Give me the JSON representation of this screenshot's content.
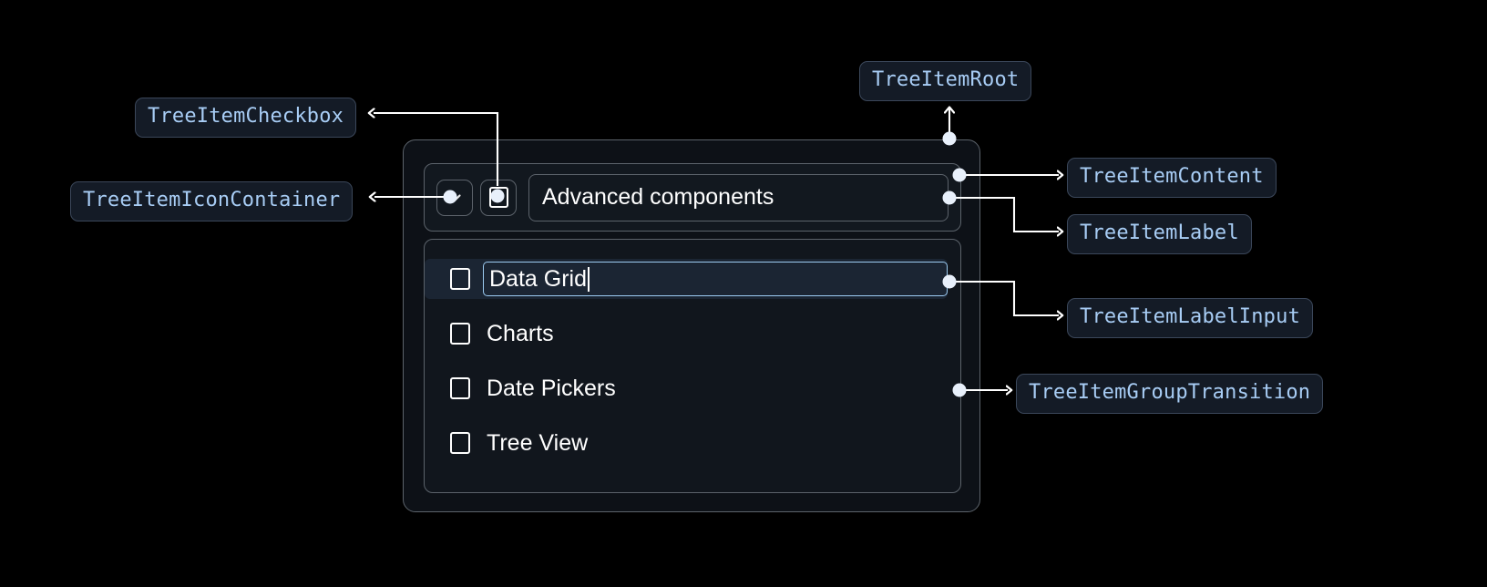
{
  "theme": {
    "page_background": "#000000",
    "chip_background": "#141b26",
    "chip_border": "#3b475a",
    "chip_text": "#a8cdf5",
    "tree_root_background": "#0d1117",
    "tree_border": "#5c636b",
    "selected_row_background": "#1b2533",
    "input_focus_border": "#9ccbf2",
    "connector_color": "#ffffff",
    "text_color": "#ffffff"
  },
  "annotations": [
    {
      "id": "tree-item-checkbox",
      "label": "TreeItemCheckbox"
    },
    {
      "id": "tree-item-icon-container",
      "label": "TreeItemIconContainer"
    },
    {
      "id": "tree-item-root",
      "label": "TreeItemRoot"
    },
    {
      "id": "tree-item-content",
      "label": "TreeItemContent"
    },
    {
      "id": "tree-item-label",
      "label": "TreeItemLabel"
    },
    {
      "id": "tree-item-label-input",
      "label": "TreeItemLabelInput"
    },
    {
      "id": "tree-item-group-transition",
      "label": "TreeItemGroupTransition"
    }
  ],
  "tree": {
    "parent": {
      "expand_icon": "chevron-down-icon",
      "checkbox_checked": false,
      "label": "Advanced components"
    },
    "children": [
      {
        "label": "Data Grid",
        "checked": false,
        "editing": true
      },
      {
        "label": "Charts",
        "checked": false,
        "editing": false
      },
      {
        "label": "Date Pickers",
        "checked": false,
        "editing": false
      },
      {
        "label": "Tree View",
        "checked": false,
        "editing": false
      }
    ]
  }
}
